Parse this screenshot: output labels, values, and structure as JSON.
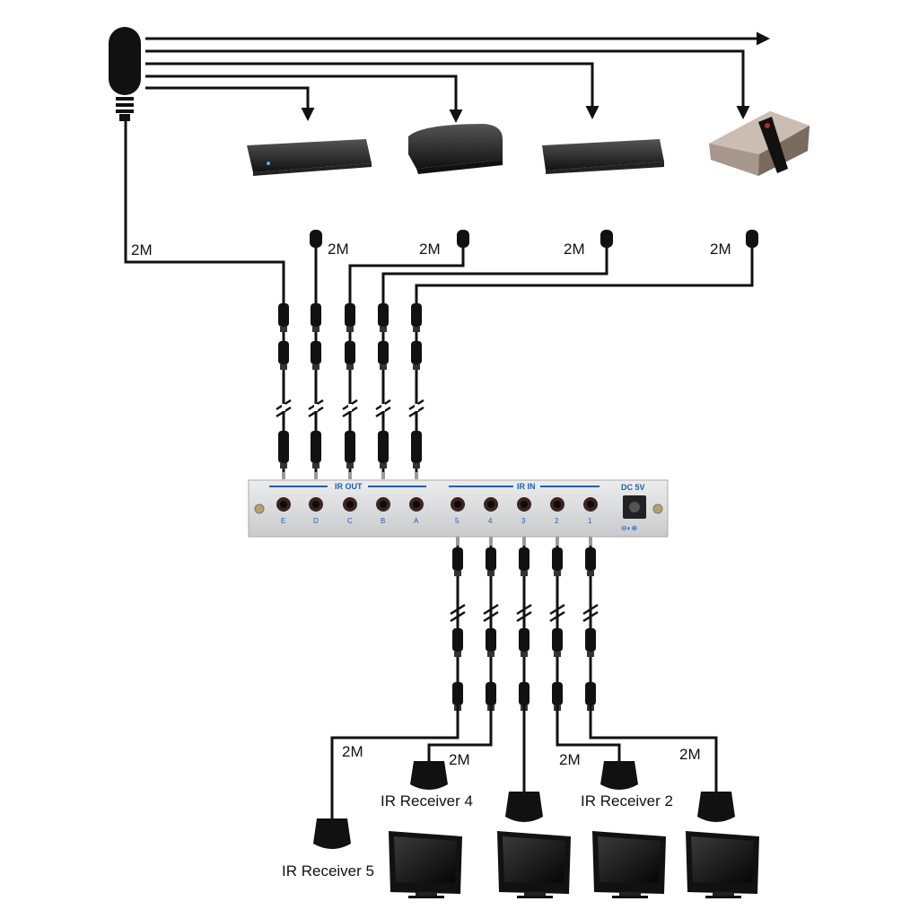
{
  "cable_length_label": "2M",
  "device": {
    "ir_out_label": "IR OUT",
    "ir_in_label": "IR IN",
    "dc_label": "DC 5V",
    "ir_out_ports": [
      "E",
      "D",
      "C",
      "B",
      "A"
    ],
    "ir_in_ports": [
      "5",
      "4",
      "3",
      "2",
      "1"
    ]
  },
  "receivers": {
    "receiver_5": "IR Receiver 5",
    "receiver_4": "IR Receiver 4",
    "receiver_2": "IR Receiver 2"
  },
  "icons": {
    "ir_blaster": "ir-blaster-icon",
    "ir_emitter": "ir-emitter-icon",
    "ir_receiver": "ir-receiver-icon",
    "source_device": "av-source-device-icon",
    "display": "tv-display-icon"
  },
  "colors": {
    "label_blue": "#1f5fb0",
    "panel": "#d9dadc",
    "cable": "#111111"
  }
}
